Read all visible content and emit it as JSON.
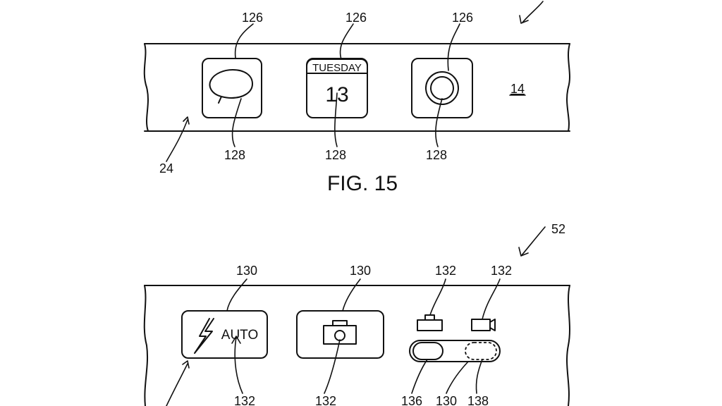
{
  "figures": {
    "fig15": {
      "caption": "FIG. 15",
      "ref_top_right": "",
      "ref_strip": "24",
      "ref_surface": "14",
      "icons": [
        {
          "kind": "message",
          "ref_top": "126",
          "ref_bottom": "128"
        },
        {
          "kind": "calendar",
          "ref_top": "126",
          "ref_bottom": "128",
          "day": "TUESDAY",
          "date": "13"
        },
        {
          "kind": "record",
          "ref_top": "126",
          "ref_bottom": "128"
        }
      ]
    },
    "fig16": {
      "ref_top_right": "52",
      "buttons": [
        {
          "kind": "flash",
          "ref_top": "130",
          "ref_bottom": "132",
          "text": "AUTO"
        },
        {
          "kind": "camera",
          "ref_top": "130",
          "ref_bottom": "132"
        }
      ],
      "mode_icons": [
        {
          "kind": "photo-mode",
          "ref": "132"
        },
        {
          "kind": "video-mode",
          "ref": "132"
        }
      ],
      "toggle": {
        "ref_knob": "136",
        "ref_track": "130",
        "ref_alt": "138"
      }
    }
  }
}
